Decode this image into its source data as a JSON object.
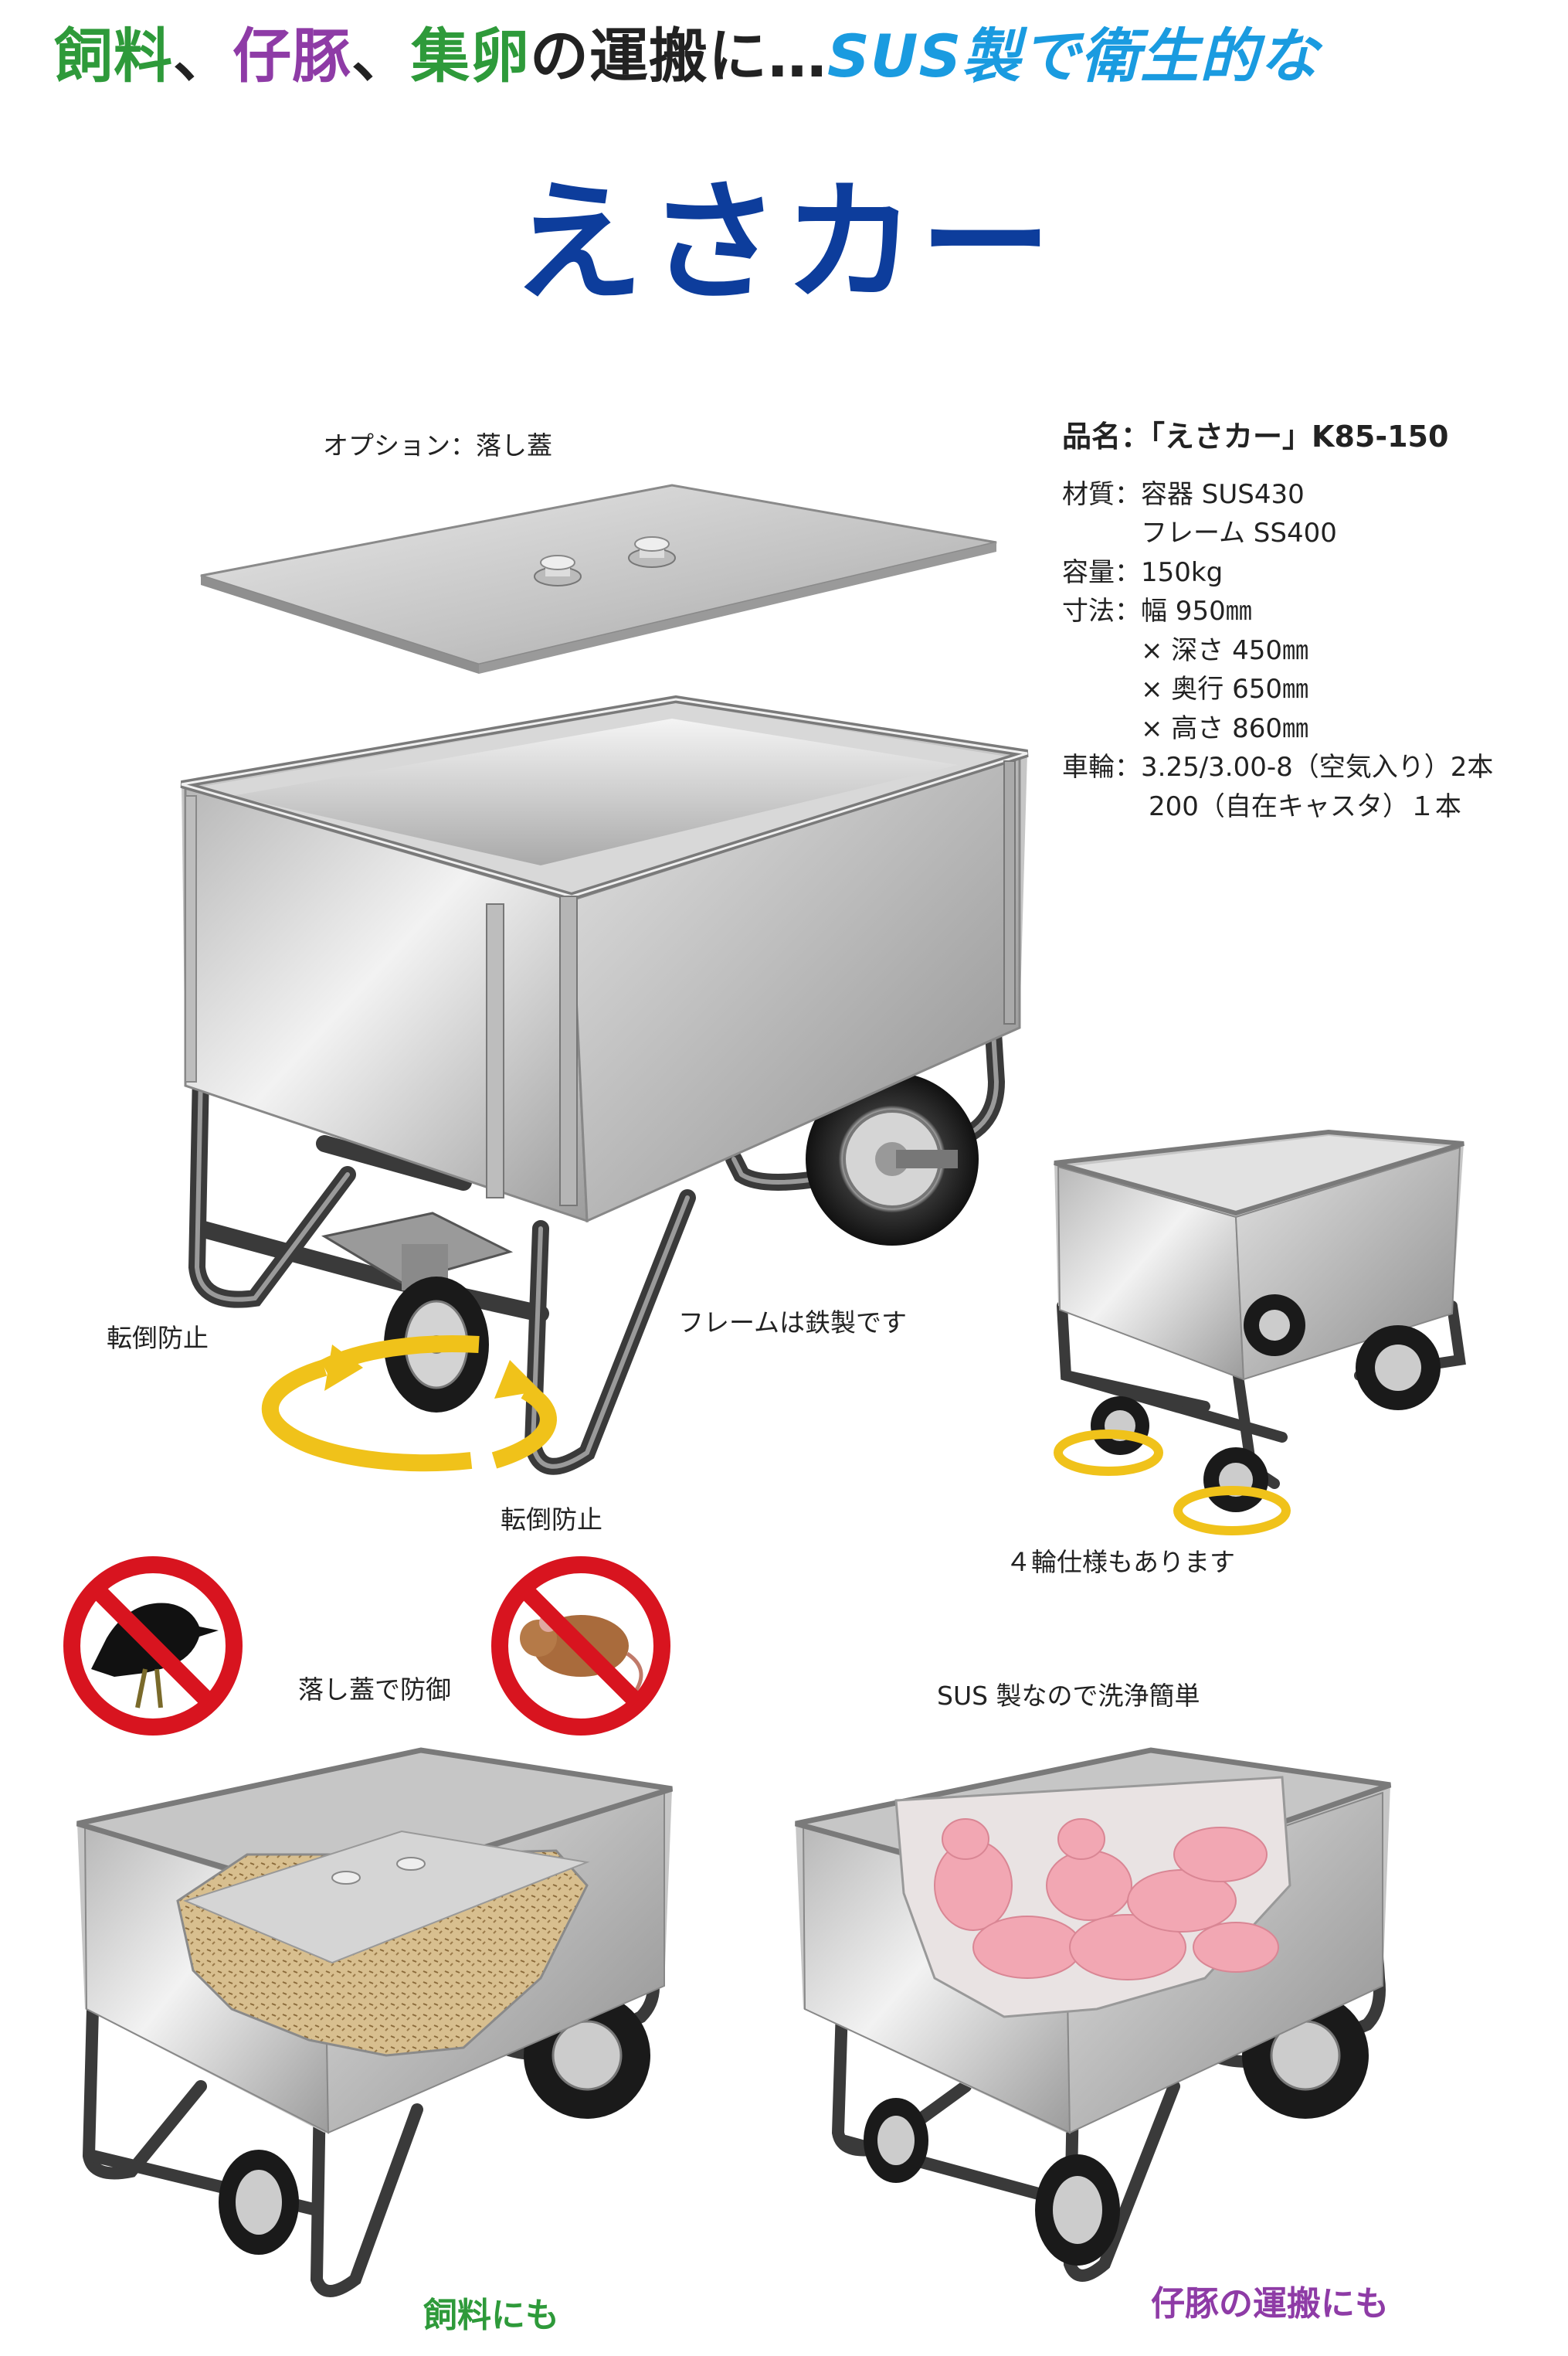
{
  "headline": {
    "part1": "飼料",
    "sep1": "、",
    "part2": "仔豚",
    "sep2": "、",
    "part3": "集卵",
    "part4": "の運搬に…",
    "part5": "SUS製で衛生的な",
    "colors": {
      "green": "#2e9a3a",
      "purple": "#8e3ba6",
      "dark": "#222222",
      "blue": "#1a9be0"
    }
  },
  "title": "えさカー",
  "captions": {
    "option_lid": "オプション：落し蓋",
    "anti_tip_left": "転倒防止",
    "frame_note": "フレームは鉄製です",
    "anti_tip_bottom": "転倒防止",
    "four_wheel": "４輪仕様もあります",
    "lid_defense": "落し蓋で防御",
    "sus_clean": "SUS 製なので洗浄簡単",
    "feed_too": "飼料にも",
    "piglet_too": "仔豚の運搬にも"
  },
  "spec": {
    "product_name": "品名：「えさカー」K85-150",
    "material_label": "材質：",
    "material_1": "容器 SUS430",
    "material_2": "フレーム SS400",
    "capacity_label": "容量：",
    "capacity": "150kg",
    "dimension_label": "寸法：",
    "dim_width": "幅 950㎜",
    "dim_depth": "× 深さ 450㎜",
    "dim_length": "× 奥行 650㎜",
    "dim_height": "× 高さ 860㎜",
    "wheel_label": "車輪：",
    "wheel_1": "3.25/3.00-8（空気入り）2本",
    "wheel_2": "200（自在キャスタ）１本"
  },
  "icons": [
    "no-crow-icon",
    "no-mouse-icon",
    "rotate-arrow-icon"
  ],
  "accent_colors": {
    "title_blue": "#0d3d9c",
    "arrow_yellow": "#f0c21a",
    "prohibit_red": "#d8141f"
  }
}
